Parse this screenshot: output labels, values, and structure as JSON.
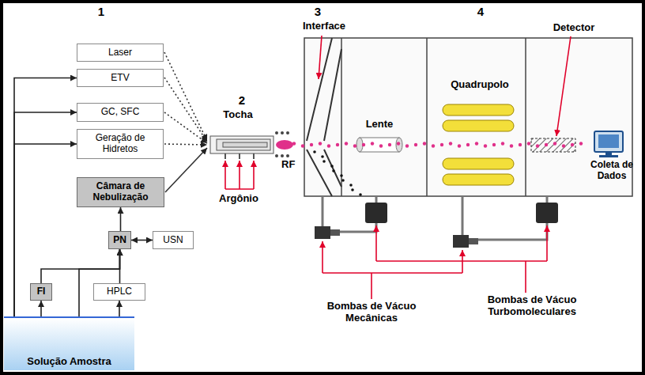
{
  "diagram": {
    "nodes": [
      {
        "text": [
          "Laser"
        ]
      },
      {
        "text": [
          "ETV"
        ]
      },
      {
        "text": [
          "GC, SFC"
        ]
      },
      {
        "text": [
          "Geração de Hidretos"
        ]
      },
      {
        "text": [
          "Câmara de Nebulização"
        ]
      },
      {
        "text": [
          "PN"
        ]
      },
      {
        "text": [
          "USN"
        ]
      },
      {
        "text": [
          "FI"
        ]
      },
      {
        "text": [
          "HPLC"
        ]
      },
      {
        "text": [
          "Solução Amostra"
        ]
      }
    ],
    "edges": [
      {
        "from": 9,
        "to": 1,
        "arrow": "to"
      },
      {
        "from": 9,
        "to": 2,
        "arrow": "to"
      },
      {
        "from": 9,
        "to": 3,
        "arrow": "to"
      },
      {
        "from": 9,
        "to": 7,
        "arrow": "to"
      },
      {
        "from": 9,
        "to": 5,
        "arrow": "to"
      },
      {
        "from": 7,
        "to": 5,
        "arrow": "to"
      },
      {
        "from": 9,
        "to": 8,
        "arrow": "to"
      },
      {
        "from": 8,
        "to": 5,
        "arrow": "to"
      },
      {
        "from": 5,
        "to": 6,
        "arrow": "both"
      },
      {
        "from": 5,
        "to": 4,
        "arrow": "to"
      }
    ],
    "labels": [
      "1",
      "2",
      "Tocha",
      "RF",
      "Argônio",
      "3",
      "Interface",
      "4",
      "Lente",
      "Quadrupolo",
      "Detector",
      "Coleta de Dados",
      "Bombas de Vácuo Mecânicas",
      "Bombas de Vácuo Turbomoleculares"
    ]
  }
}
